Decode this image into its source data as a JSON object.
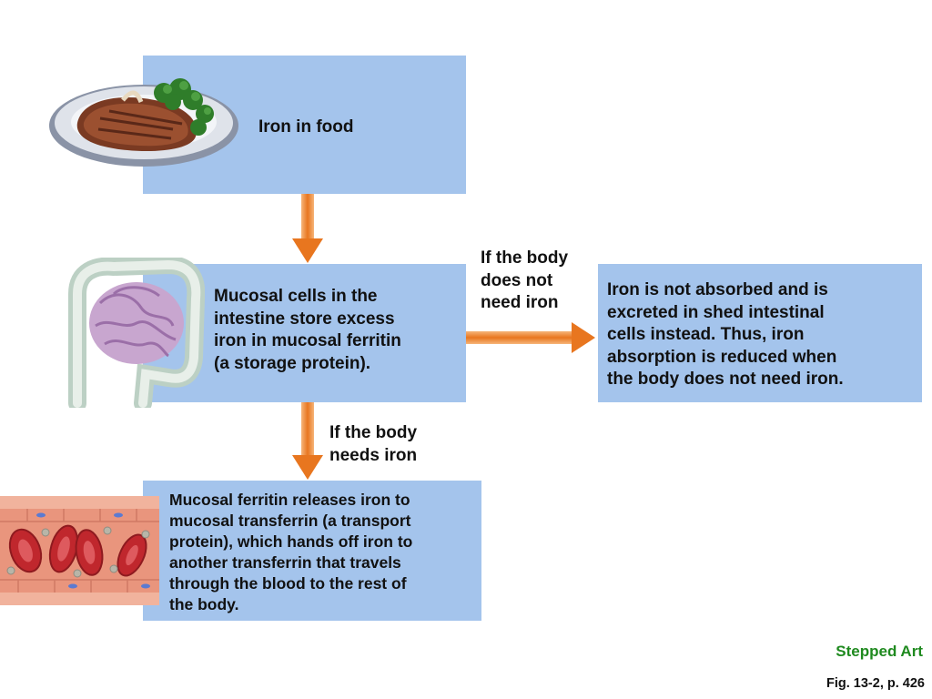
{
  "colors": {
    "box": "#a4c4ec",
    "arrow": "#e8761f",
    "footer_accent": "#1f8a1f"
  },
  "diagram": {
    "step_food": "Iron in food",
    "step_mucosal": "Mucosal cells in the\nintestine store excess\niron in mucosal ferritin\n(a storage protein).",
    "branch_no_need": "If the body\ndoes not\nneed iron",
    "outcome_not_absorbed": "Iron is not absorbed and is\nexcreted in shed intestinal\ncells instead. Thus, iron\nabsorption is reduced when\nthe body does not need iron.",
    "branch_needs": "If the body\nneeds iron",
    "step_transferrin": "Mucosal ferritin releases iron to\nmucosal transferrin (a transport\nprotein), which hands off iron to\nanother transferrin that travels\nthrough the blood to the rest of\nthe body."
  },
  "icons": [
    "steak-plate-icon",
    "intestine-icon",
    "blood-vessel-icon"
  ],
  "footer": {
    "stepped_art": "Stepped Art",
    "figure_ref": "Fig. 13-2, p. 426"
  }
}
